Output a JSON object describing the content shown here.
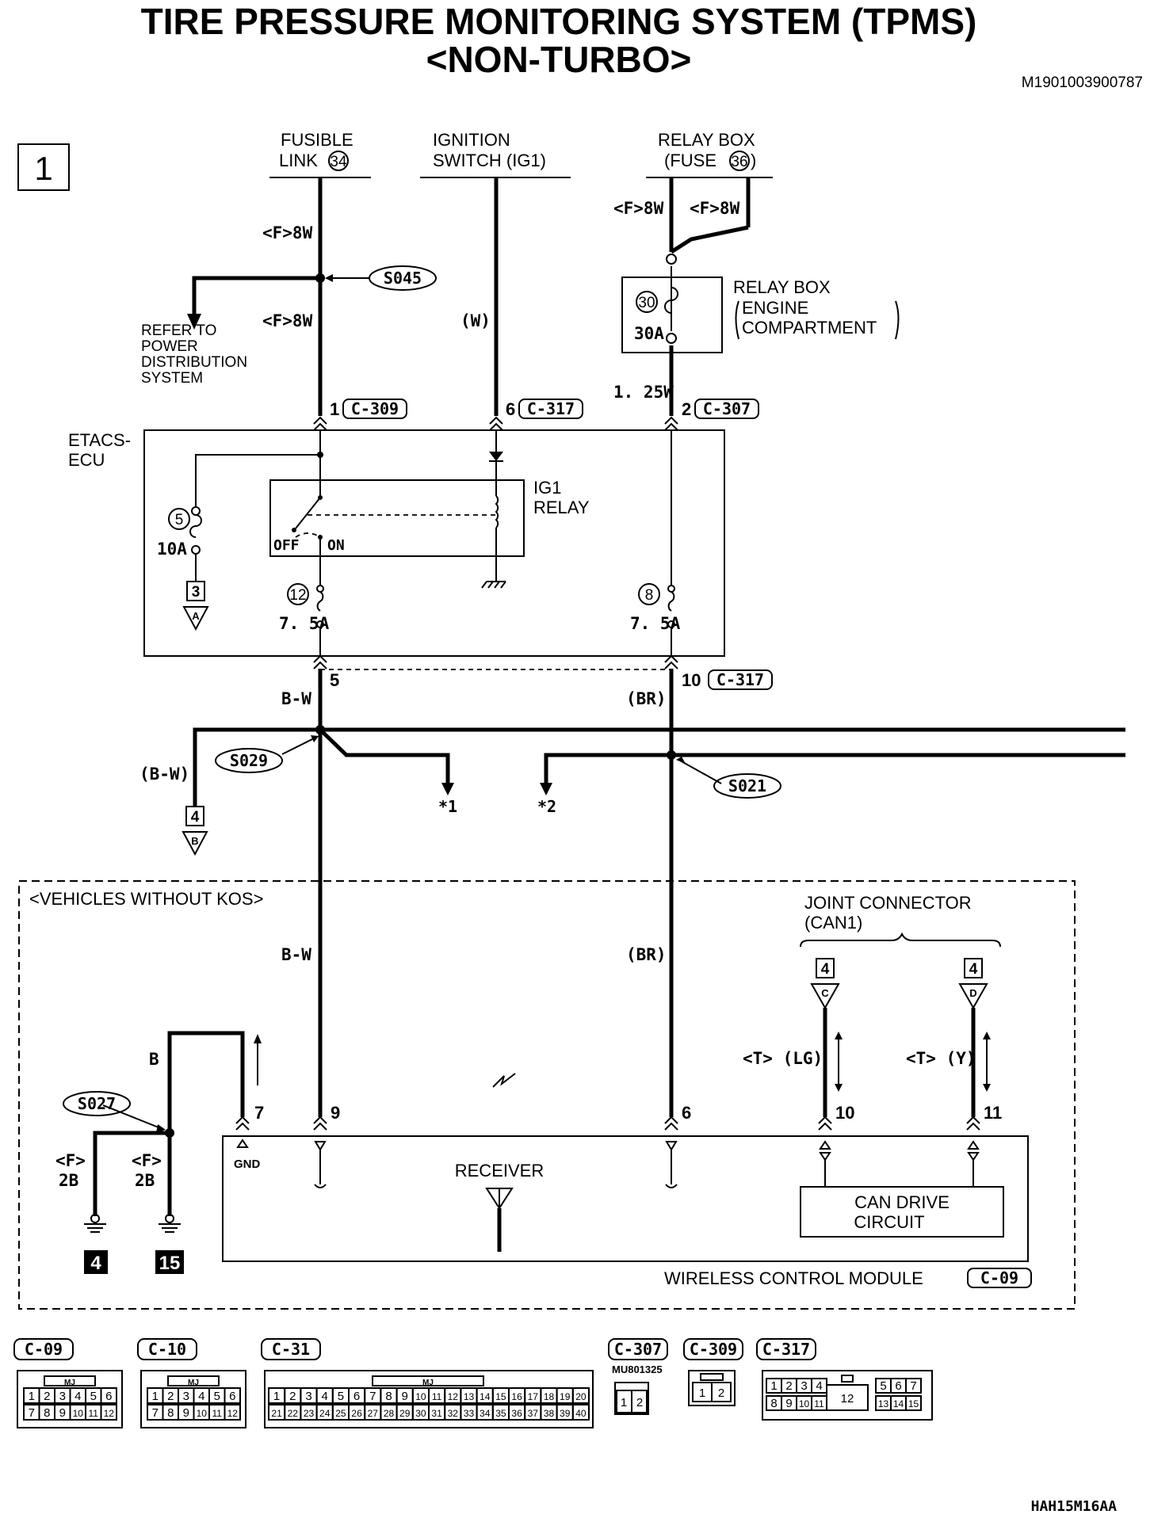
{
  "title": {
    "line1": "TIRE PRESSURE MONITORING SYSTEM (TPMS)",
    "line2": "<NON-TURBO>",
    "doc_id": "M1901003900787",
    "page_marker": "1",
    "footer_code": "HAH15M16AA"
  },
  "sources": {
    "fusible_link": {
      "line1": "FUSIBLE",
      "line2": "LINK",
      "num": "34"
    },
    "ignition": {
      "line1": "IGNITION",
      "line2": "SWITCH (IG1)"
    },
    "relay_box_fuse": {
      "line1": "RELAY BOX",
      "line2": "(FUSE",
      "num": "36",
      "close": ")"
    }
  },
  "wires": {
    "f8w_a": "<F>8W",
    "f8w_b": "<F>8W",
    "f8w_c": "<F>8W",
    "f8w_d": "<F>8W",
    "w": "(W)",
    "w125": "1. 25W",
    "bw_upper": "B-W",
    "br_upper": "(BR)",
    "bw_branch": "(B-W)",
    "bw_lower": "B-W",
    "br_lower": "(BR)",
    "b": "B",
    "f2b_a_1": "<F>",
    "f2b_a_2": "2B",
    "f2b_b_1": "<F>",
    "f2b_b_2": "2B",
    "t_lg": "<T> (LG)",
    "t_y": "<T> (Y)"
  },
  "splices": {
    "s045": "S045",
    "s029": "S029",
    "s021": "S021",
    "s027": "S027"
  },
  "refer_to": [
    "REFER TO",
    "POWER",
    "DISTRIBUTION",
    "SYSTEM"
  ],
  "relay_box_ec": {
    "title": "RELAY BOX",
    "line2": "ENGINE",
    "line3": "COMPARTMENT",
    "fuse_num": "30",
    "fuse_amp": "30A"
  },
  "etacs": {
    "line1": "ETACS-",
    "line2": "ECU",
    "fuse5_num": "5",
    "fuse5_amp": "10A",
    "fuse12_num": "12",
    "fuse12_amp": "7. 5A",
    "fuse8_num": "8",
    "fuse8_amp": "7. 5A",
    "ig1_line1": "IG1",
    "ig1_line2": "RELAY",
    "off": "OFF",
    "on": "ON"
  },
  "connectors_top": {
    "c309_pin": "1",
    "c309": "C-309",
    "c317_pin": "6",
    "c317": "C-317",
    "c307_pin": "2",
    "c307": "C-307",
    "out5": "5",
    "out10": "10",
    "out_c317": "C-317"
  },
  "offpage": {
    "a_num": "3",
    "a_letter": "A",
    "b_num": "4",
    "b_letter": "B",
    "c_num": "4",
    "c_letter": "C",
    "d_num": "4",
    "d_letter": "D"
  },
  "continuations": {
    "c1": "*1",
    "c2": "*2"
  },
  "kos_box": "<VEHICLES WITHOUT KOS>",
  "joint_connector": {
    "line1": "JOINT CONNECTOR",
    "line2": "(CAN1)"
  },
  "module": {
    "name": "WIRELESS CONTROL MODULE",
    "connector": "C-09",
    "receiver": "RECEIVER",
    "gnd": "GND",
    "can_line1": "CAN DRIVE",
    "can_line2": "CIRCUIT",
    "pin7": "7",
    "pin9": "9",
    "pin6": "6",
    "pin10": "10",
    "pin11": "11"
  },
  "grounds": {
    "g1": "4",
    "g2": "15"
  },
  "connector_views": {
    "c09": {
      "name": "C-09",
      "tag": "MJ",
      "row1": [
        "1",
        "2",
        "3",
        "4",
        "5",
        "6"
      ],
      "row2": [
        "7",
        "8",
        "9",
        "10",
        "11",
        "12"
      ]
    },
    "c10": {
      "name": "C-10",
      "tag": "MJ",
      "row1": [
        "1",
        "2",
        "3",
        "4",
        "5",
        "6"
      ],
      "row2": [
        "7",
        "8",
        "9",
        "10",
        "11",
        "12"
      ]
    },
    "c31": {
      "name": "C-31",
      "tag": "MJ",
      "row1": [
        "1",
        "2",
        "3",
        "4",
        "5",
        "6",
        "7",
        "8",
        "9",
        "10",
        "11",
        "12",
        "13",
        "14",
        "15",
        "16",
        "17",
        "18",
        "19",
        "20"
      ],
      "row2": [
        "21",
        "22",
        "23",
        "24",
        "25",
        "26",
        "27",
        "28",
        "29",
        "30",
        "31",
        "32",
        "33",
        "34",
        "35",
        "36",
        "37",
        "38",
        "39",
        "40"
      ]
    },
    "c307": {
      "name": "C-307",
      "part": "MU801325",
      "pins": [
        "1",
        "2"
      ]
    },
    "c309": {
      "name": "C-309",
      "pins": [
        "1",
        "2"
      ]
    },
    "c317": {
      "name": "C-317",
      "row1": [
        "1",
        "2",
        "3",
        "4",
        "5",
        "6",
        "7"
      ],
      "row2": [
        "8",
        "9",
        "10",
        "11",
        "13",
        "14",
        "15"
      ],
      "center": "12"
    }
  }
}
